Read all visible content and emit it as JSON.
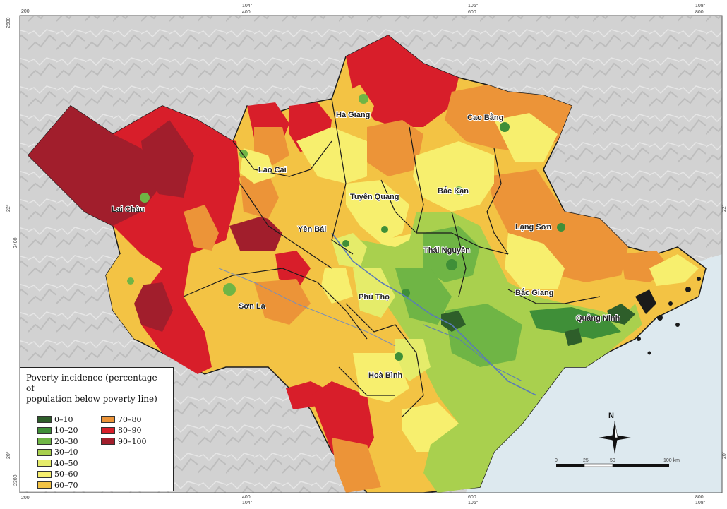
{
  "legend": {
    "title_line1": "Poverty incidence (percentage of",
    "title_line2": "population below poverty line)",
    "classes": [
      {
        "label": "0–10",
        "color": "#2e5e2a"
      },
      {
        "label": "10–20",
        "color": "#3f8f38"
      },
      {
        "label": "20–30",
        "color": "#6fb545"
      },
      {
        "label": "30–40",
        "color": "#a9d04e"
      },
      {
        "label": "40–50",
        "color": "#e5ec6a"
      },
      {
        "label": "50–60",
        "color": "#f7ef6e"
      },
      {
        "label": "60–70",
        "color": "#f3c344"
      },
      {
        "label": "70–80",
        "color": "#ec9438"
      },
      {
        "label": "80–90",
        "color": "#d81e2a"
      },
      {
        "label": "90–100",
        "color": "#a11e2c"
      }
    ]
  },
  "provinces": {
    "ha_giang": "Hà Giang",
    "cao_bang": "Cao Bằng",
    "lao_cai": "Lao Cai",
    "lai_chau": "Lai Châu",
    "tuyen_quang": "Tuyên Quang",
    "bac_kan": "Bắc Kạn",
    "lang_son": "Lạng Sơn",
    "yen_bai": "Yên Bái",
    "thai_nguyen": "Thái Nguyên",
    "bac_giang": "Bắc Giang",
    "phu_tho": "Phú Thọ",
    "son_la": "Sơn La",
    "quang_ninh": "Quảng Ninh",
    "hoa_binh": "Hoà Bình"
  },
  "compass": {
    "north_label": "N"
  },
  "scale_bar": {
    "labels": [
      "0",
      "25",
      "50",
      "100 km"
    ]
  },
  "coordinates": {
    "top": [
      "200",
      "104°",
      "400",
      "106°",
      "600",
      "108°",
      "800"
    ],
    "bottom": [
      "200",
      "104°",
      "400",
      "106°",
      "600",
      "108°",
      "800"
    ],
    "left": [
      "2600",
      "22°",
      "2400",
      "20°",
      "2300"
    ],
    "right": [
      "22°",
      "20°"
    ]
  },
  "colors": {
    "sea": "#dde9ef",
    "terrain": "#d3d3d3",
    "boundary": "#1a1a1a"
  }
}
